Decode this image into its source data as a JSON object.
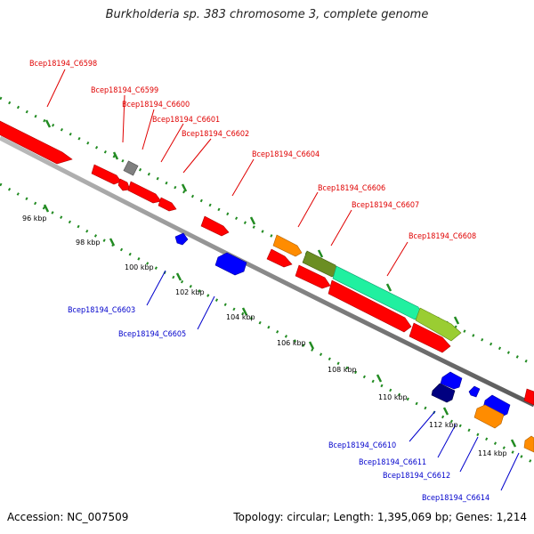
{
  "title": "Burkholderia sp. 383 chromosome 3, complete genome",
  "footer": {
    "accession": "Accession: NC_007509",
    "summary": "Topology: circular; Length: 1,395,069 bp; Genes: 1,214"
  },
  "scale_labels": [
    "96 kbp",
    "98 kbp",
    "100 kbp",
    "102 kbp",
    "104 kbp",
    "106 kbp",
    "108 kbp",
    "110 kbp",
    "112 kbp",
    "114 kbp"
  ],
  "forward_labels": [
    "Bcep18194_C6598",
    "Bcep18194_C6599",
    "Bcep18194_C6600",
    "Bcep18194_C6601",
    "Bcep18194_C6602",
    "Bcep18194_C6604",
    "Bcep18194_C6606",
    "Bcep18194_C6607",
    "Bcep18194_C6608"
  ],
  "reverse_labels": [
    "Bcep18194_C6603",
    "Bcep18194_C6605",
    "Bcep18194_C6610",
    "Bcep18194_C6611",
    "Bcep18194_C6612",
    "Bcep18194_C6614"
  ],
  "colors": {
    "forward_gene": "#ff0000",
    "reverse_gene": "#0000ff",
    "dark_reverse_gene": "#000080",
    "orange_gene": "#ff8c00",
    "olive_gene": "#6b8e23",
    "teal_gene": "#20f0a0",
    "lime_gene": "#9acd32",
    "gray_gene": "#808080",
    "backbone": "#909090",
    "scale_dots": "#228b22",
    "forward_label": "#e00000",
    "reverse_label": "#0000cc"
  }
}
